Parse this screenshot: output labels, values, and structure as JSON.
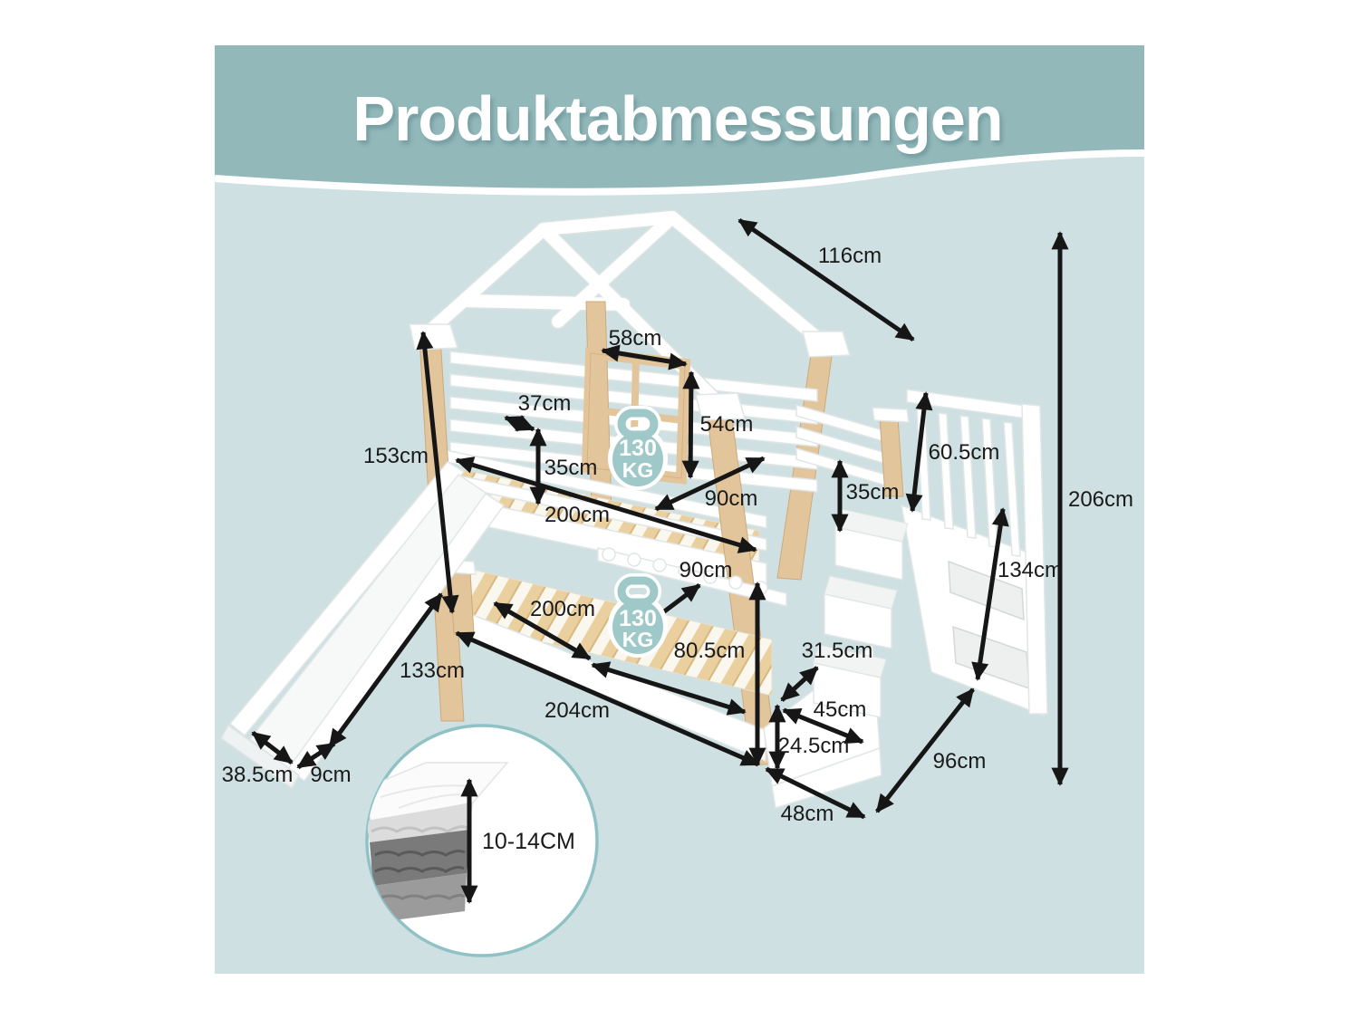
{
  "header": {
    "title": "Produktabmessungen"
  },
  "badges": {
    "upper_weight": {
      "value": "130",
      "unit": "KG"
    },
    "lower_weight": {
      "value": "130",
      "unit": "KG"
    }
  },
  "inset": {
    "mattress_height": "10-14CM"
  },
  "dimensions": {
    "roof_depth": "116cm",
    "window_width": "58cm",
    "headboard_gap": "37cm",
    "window_height": "54cm",
    "loft_height": "153cm",
    "upper_rail_height": "35cm",
    "upper_bed_length": "200cm",
    "upper_bed_width": "90cm",
    "right_rail_height": "35cm",
    "stair_rail_height": "60.5cm",
    "total_height": "206cm",
    "stair_height": "134cm",
    "lower_bed_width": "90cm",
    "lower_bed_length": "200cm",
    "bunk_clearance": "80.5cm",
    "stair_step_depth": "31.5cm",
    "stair_step_width": "45cm",
    "under_bed_clearance": "24.5cm",
    "slide_length": "133cm",
    "total_length": "204cm",
    "slide_end_width": "38.5cm",
    "slide_end_height": "9cm",
    "footboard_width": "48cm",
    "bed_depth": "96cm"
  },
  "colors": {
    "header_band": "#92b8ba",
    "panel": "#cee0e2",
    "badge": "#9ec9c8",
    "wood": "#e3c59c"
  }
}
